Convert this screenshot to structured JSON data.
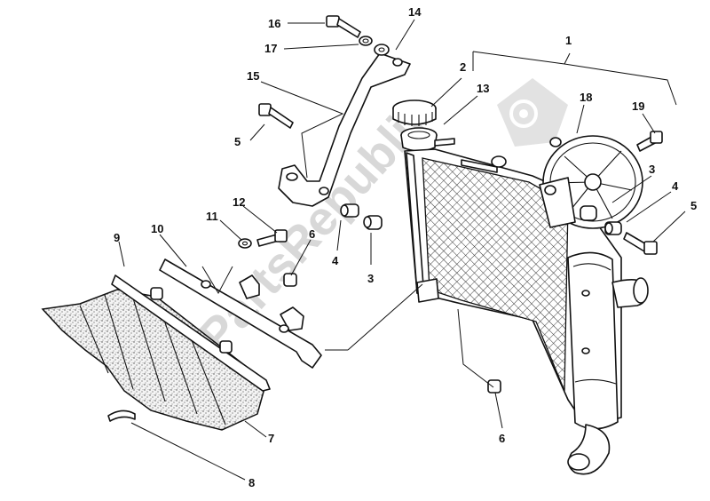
{
  "watermark": {
    "text": "PartsRepublik",
    "logo_icon": "gear-icon"
  },
  "callouts": [
    {
      "id": "c1",
      "number": "1"
    },
    {
      "id": "c2",
      "number": "2"
    },
    {
      "id": "c13",
      "number": "13"
    },
    {
      "id": "c14",
      "number": "14"
    },
    {
      "id": "c16",
      "number": "16"
    },
    {
      "id": "c17",
      "number": "17"
    },
    {
      "id": "c15",
      "number": "15"
    },
    {
      "id": "c5a",
      "number": "5"
    },
    {
      "id": "c18",
      "number": "18"
    },
    {
      "id": "c19",
      "number": "19"
    },
    {
      "id": "c3a",
      "number": "3"
    },
    {
      "id": "c4a",
      "number": "4"
    },
    {
      "id": "c5b",
      "number": "5"
    },
    {
      "id": "c12",
      "number": "12"
    },
    {
      "id": "c11",
      "number": "11"
    },
    {
      "id": "c10",
      "number": "10"
    },
    {
      "id": "c9",
      "number": "9"
    },
    {
      "id": "c6a",
      "number": "6"
    },
    {
      "id": "c4b",
      "number": "4"
    },
    {
      "id": "c3b",
      "number": "3"
    },
    {
      "id": "c6b",
      "number": "6"
    },
    {
      "id": "c7",
      "number": "7"
    },
    {
      "id": "c8",
      "number": "8"
    }
  ]
}
